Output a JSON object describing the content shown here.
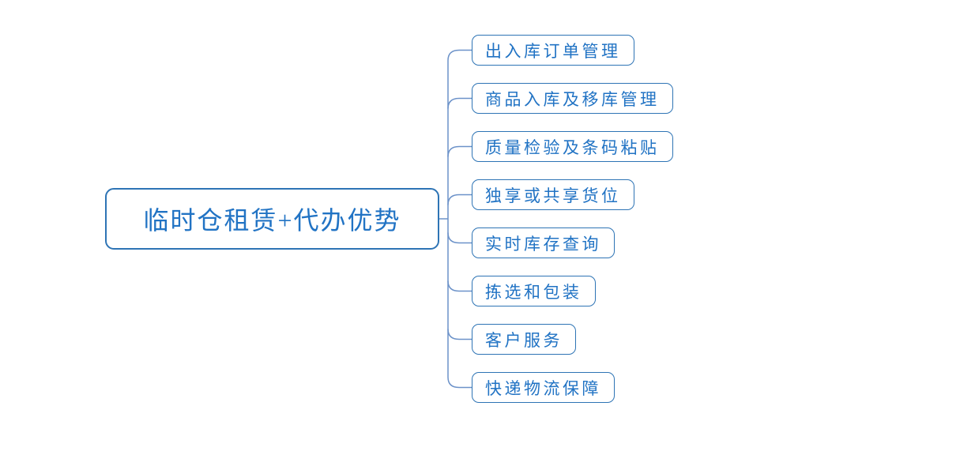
{
  "diagram": {
    "type": "mindmap",
    "root": {
      "label": "临时仓租赁+代办优势"
    },
    "children": [
      {
        "label": "出入库订单管理"
      },
      {
        "label": "商品入库及移库管理"
      },
      {
        "label": "质量检验及条码粘贴"
      },
      {
        "label": "独享或共享货位"
      },
      {
        "label": "实时库存查询"
      },
      {
        "label": "拣选和包装"
      },
      {
        "label": "客户服务"
      },
      {
        "label": "快递物流保障"
      }
    ],
    "colors": {
      "background": "#ffffff",
      "node_border": "#2e74b5",
      "node_text": "#2173c4",
      "connector": "#6c92c9"
    }
  }
}
